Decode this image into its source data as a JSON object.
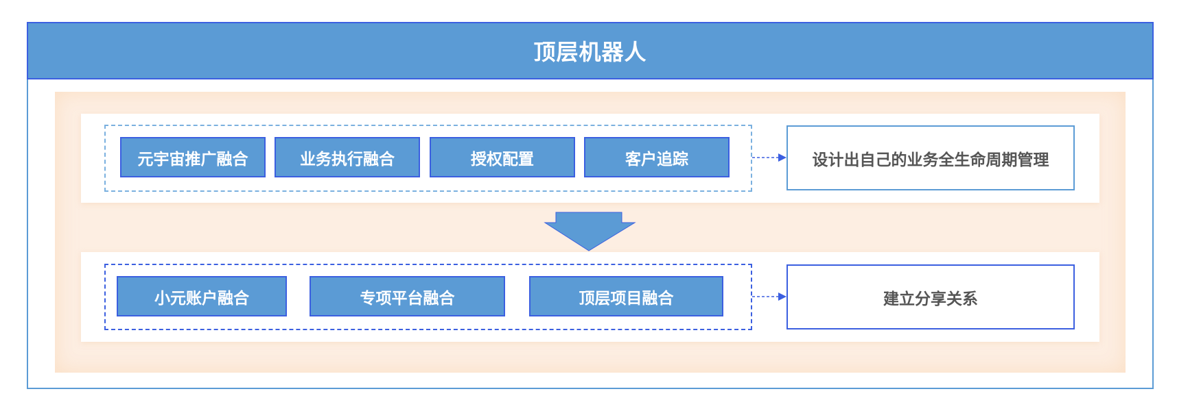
{
  "title": "顶层机器人",
  "rows": [
    {
      "items": [
        "元宇宙推广融合",
        "业务执行融合",
        "授权配置",
        "客户追踪"
      ],
      "result": "设计出自己的业务全生命周期管理"
    },
    {
      "items": [
        "小元账户融合",
        "专项平台融合",
        "顶层项目融合"
      ],
      "result": "建立分享关系"
    }
  ],
  "colors": {
    "header": "#5b9bd5",
    "border": "#3b5fe0",
    "peach": "#fdeee2",
    "result_text": "#555555"
  }
}
